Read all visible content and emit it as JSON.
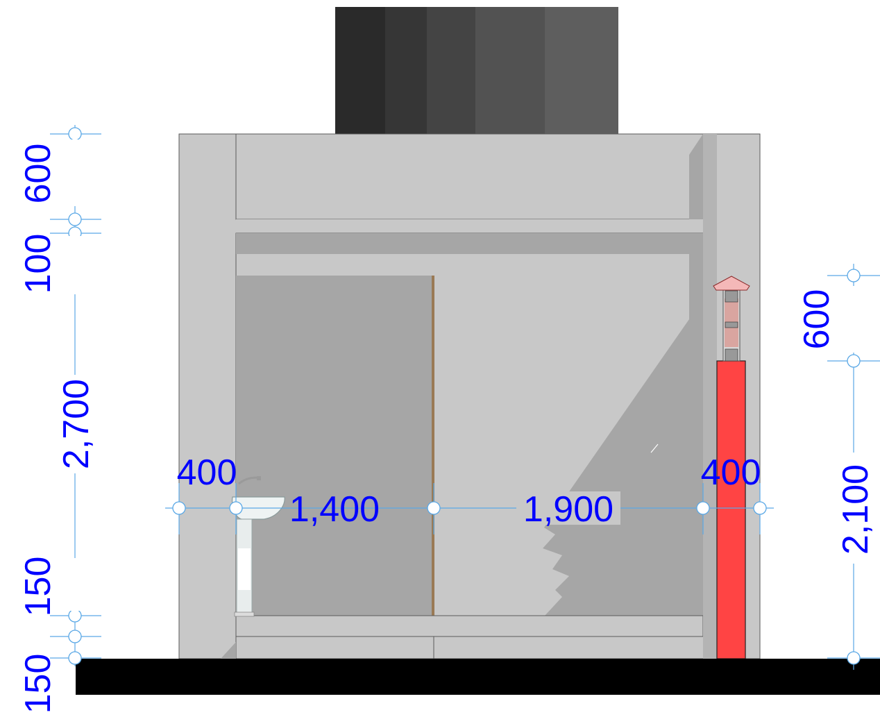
{
  "colors": {
    "dimension_text": "#0000ff",
    "dimension_line": "#5aa8e6",
    "wall": "#c8c8c8",
    "wall_shade": "#a6a6a6",
    "ground": "#000000",
    "pipe": "#ff4444",
    "pipe_cap": "#f4b8b8",
    "tank_dark": "#2a2a2a",
    "tank_light": "#5e5e5e"
  },
  "dimensions": {
    "left_vertical": [
      "600",
      "100",
      "2,700",
      "150",
      "150"
    ],
    "horizontal": [
      "400",
      "1,400",
      "1,900",
      "400"
    ],
    "right_vertical": [
      "600",
      "2,100"
    ]
  },
  "fixtures": [
    "washbasin-icon",
    "vent-pipe-icon",
    "water-tank-icon"
  ]
}
